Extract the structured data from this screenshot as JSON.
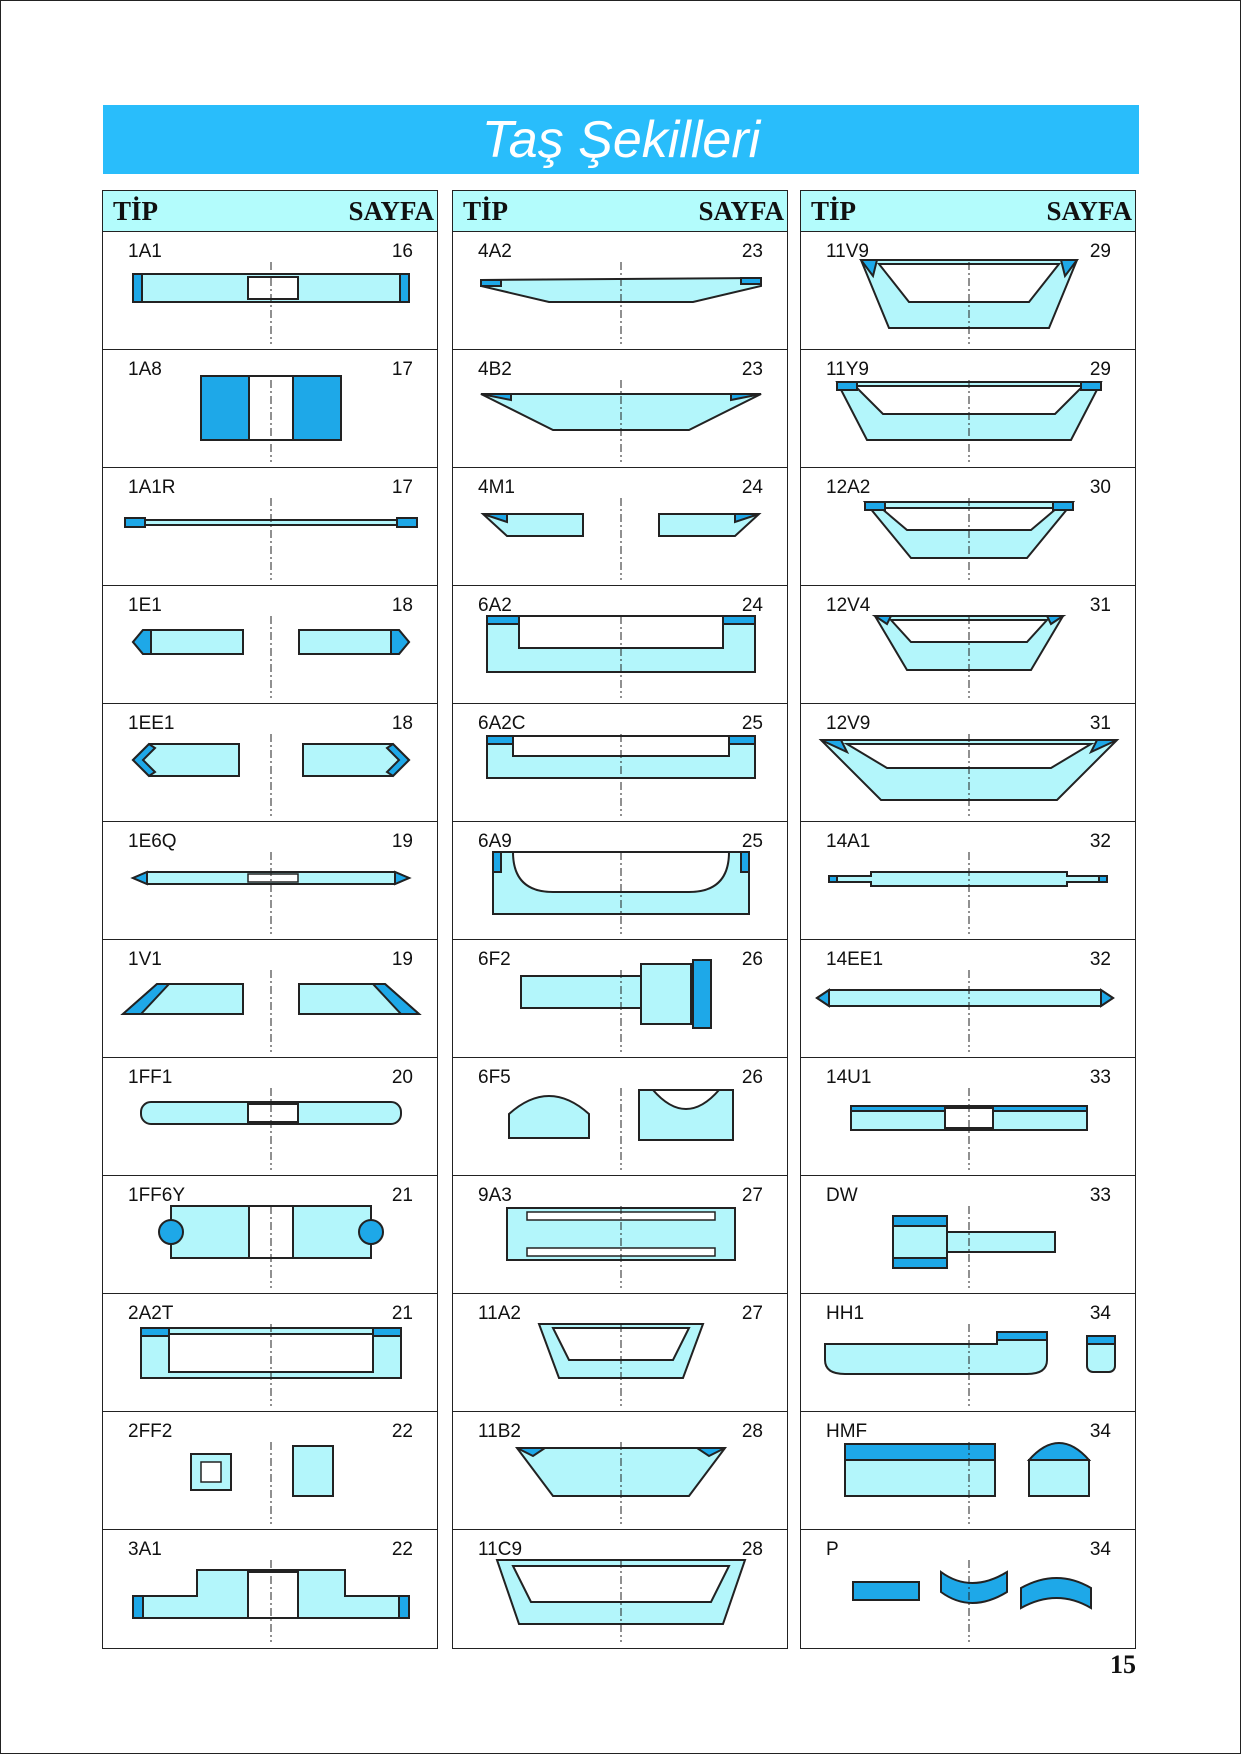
{
  "title": "Taş Şekilleri",
  "page_number": "15",
  "colors": {
    "title_bg": "#29bdfb",
    "header_bg": "#b3fcfc",
    "fill_light": "#b3f6fb",
    "fill_dark": "#1ea8e8",
    "stroke": "#222222"
  },
  "columns": [
    {
      "header": {
        "tip": "TİP",
        "sayfa": "SAYFA"
      },
      "rows": [
        {
          "code": "1A1",
          "page": "16"
        },
        {
          "code": "1A8",
          "page": "17"
        },
        {
          "code": "1A1R",
          "page": "17"
        },
        {
          "code": "1E1",
          "page": "18"
        },
        {
          "code": "1EE1",
          "page": "18"
        },
        {
          "code": "1E6Q",
          "page": "19"
        },
        {
          "code": "1V1",
          "page": "19"
        },
        {
          "code": "1FF1",
          "page": "20"
        },
        {
          "code": "1FF6Y",
          "page": "21"
        },
        {
          "code": "2A2T",
          "page": "21"
        },
        {
          "code": "2FF2",
          "page": "22"
        },
        {
          "code": "3A1",
          "page": "22"
        }
      ]
    },
    {
      "header": {
        "tip": "TİP",
        "sayfa": "SAYFA"
      },
      "rows": [
        {
          "code": "4A2",
          "page": "23"
        },
        {
          "code": "4B2",
          "page": "23"
        },
        {
          "code": "4M1",
          "page": "24"
        },
        {
          "code": "6A2",
          "page": "24"
        },
        {
          "code": "6A2C",
          "page": "25"
        },
        {
          "code": "6A9",
          "page": "25"
        },
        {
          "code": "6F2",
          "page": "26"
        },
        {
          "code": "6F5",
          "page": "26"
        },
        {
          "code": "9A3",
          "page": "27"
        },
        {
          "code": "11A2",
          "page": "27"
        },
        {
          "code": "11B2",
          "page": "28"
        },
        {
          "code": "11C9",
          "page": "28"
        }
      ]
    },
    {
      "header": {
        "tip": "TİP",
        "sayfa": "SAYFA"
      },
      "rows": [
        {
          "code": "11V9",
          "page": "29"
        },
        {
          "code": "11Y9",
          "page": "29"
        },
        {
          "code": "12A2",
          "page": "30"
        },
        {
          "code": "12V4",
          "page": "31"
        },
        {
          "code": "12V9",
          "page": "31"
        },
        {
          "code": "14A1",
          "page": "32"
        },
        {
          "code": "14EE1",
          "page": "32"
        },
        {
          "code": "14U1",
          "page": "33"
        },
        {
          "code": "DW",
          "page": "33"
        },
        {
          "code": "HH1",
          "page": "34"
        },
        {
          "code": "HMF",
          "page": "34"
        },
        {
          "code": "P",
          "page": "34"
        }
      ]
    }
  ]
}
